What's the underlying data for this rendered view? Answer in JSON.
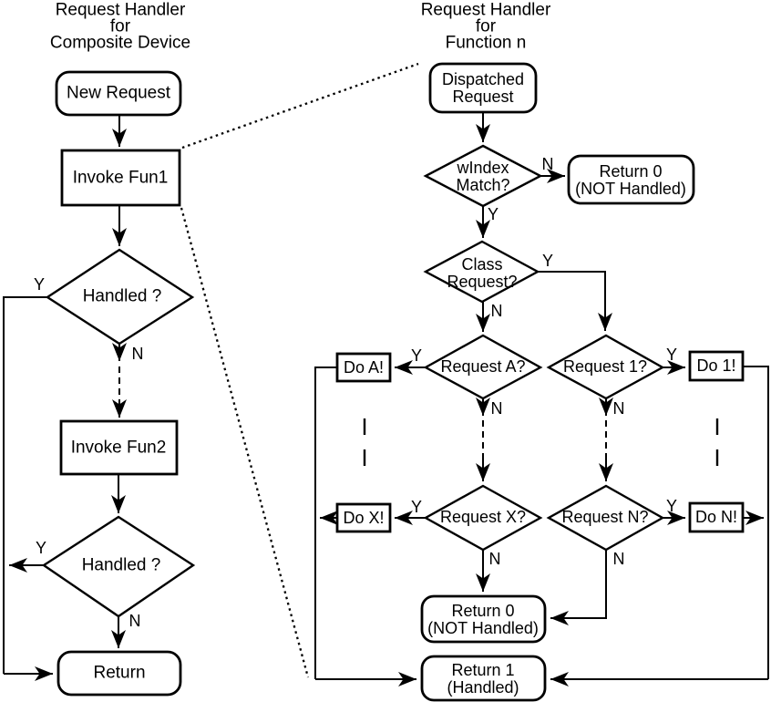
{
  "colors": {
    "ink": "#000000",
    "background": "#ffffff"
  },
  "branch_labels": {
    "yes": "Y",
    "no": "N"
  },
  "left_chart": {
    "title_line1": "Request Handler",
    "title_line2": "for",
    "title_line3": "Composite Device",
    "new_request": "New Request",
    "invoke_fun1": "Invoke Fun1",
    "handled_1": "Handled ?",
    "invoke_fun2": "Invoke Fun2",
    "handled_2": "Handled ?",
    "return": "Return"
  },
  "right_chart": {
    "title_line1": "Request Handler",
    "title_line2": "for",
    "title_line3": "Function n",
    "dispatched_line1": "Dispatched",
    "dispatched_line2": "Request",
    "windex_line1": "wIndex",
    "windex_line2": "Match?",
    "return0_top_line1": "Return 0",
    "return0_top_line2": "(NOT Handled)",
    "class_line1": "Class",
    "class_line2": "Request?",
    "request_a": "Request A?",
    "request_1": "Request 1?",
    "do_a": "Do A!",
    "do_1": "Do 1!",
    "request_x": "Request X?",
    "request_n": "Request N?",
    "do_x": "Do X!",
    "do_n": "Do N!",
    "return0_bottom_line1": "Return 0",
    "return0_bottom_line2": "(NOT Handled)",
    "return1_line1": "Return 1",
    "return1_line2": "(Handled)"
  }
}
